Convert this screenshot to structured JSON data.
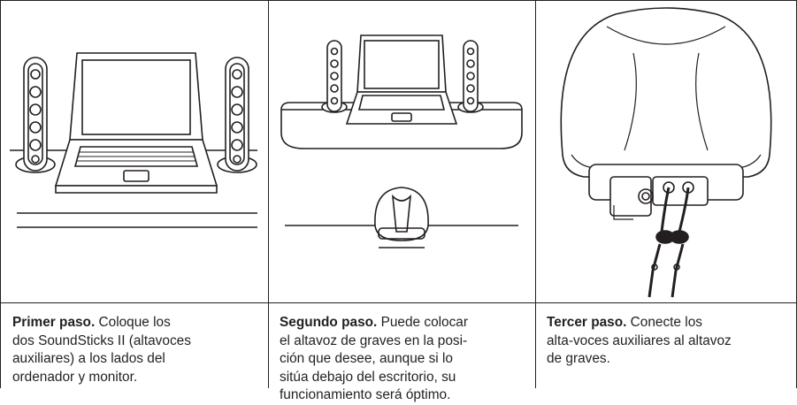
{
  "steps": [
    {
      "title": "Primer paso.",
      "lines": [
        "Coloque los",
        "dos SoundSticks II (altavoces",
        "auxiliares) a los lados del",
        "ordenador y monitor."
      ],
      "illustration": "laptop-with-satellite-speakers"
    },
    {
      "title": "Segundo paso.",
      "lines": [
        "Puede colocar",
        "el altavoz de graves en la posi-",
        "ción que desee, aunque si lo",
        "sitúa debajo del escritorio, su",
        "funcionamiento será óptimo."
      ],
      "illustration": "desk-with-subwoofer-below"
    },
    {
      "title": "Tercer paso.",
      "lines": [
        "Conecte los",
        "alta-voces auxiliares al altavoz",
        "de graves."
      ],
      "illustration": "subwoofer-rear-connection"
    }
  ],
  "colors": {
    "ink": "#231f20",
    "background": "#ffffff"
  }
}
